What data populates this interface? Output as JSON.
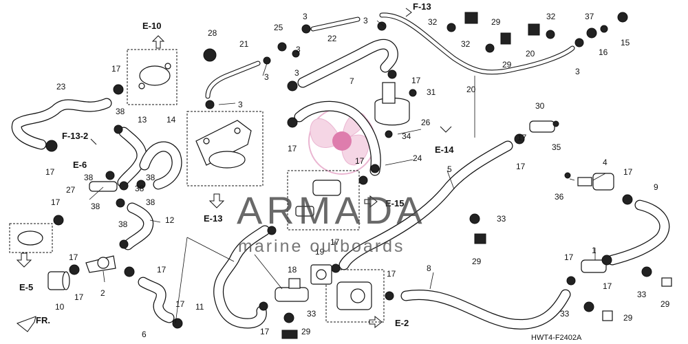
{
  "diagram": {
    "callouts": [
      {
        "id": "c28",
        "text": "28"
      },
      {
        "id": "c21",
        "text": "21"
      },
      {
        "id": "c25",
        "text": "25"
      },
      {
        "id": "c3a",
        "text": "3"
      },
      {
        "id": "c22",
        "text": "22"
      },
      {
        "id": "c3b",
        "text": "3"
      },
      {
        "id": "c3c",
        "text": "3"
      },
      {
        "id": "c3d",
        "text": "3"
      },
      {
        "id": "c3e",
        "text": "3"
      },
      {
        "id": "c3f",
        "text": "3"
      },
      {
        "id": "c7",
        "text": "7"
      },
      {
        "id": "c17a",
        "text": "17"
      },
      {
        "id": "c31",
        "text": "31"
      },
      {
        "id": "c32a",
        "text": "32"
      },
      {
        "id": "c29a",
        "text": "29"
      },
      {
        "id": "c32b",
        "text": "32"
      },
      {
        "id": "c29b",
        "text": "29"
      },
      {
        "id": "c20a",
        "text": "20"
      },
      {
        "id": "c32c",
        "text": "32"
      },
      {
        "id": "c37",
        "text": "37"
      },
      {
        "id": "c15",
        "text": "15"
      },
      {
        "id": "c16",
        "text": "16"
      },
      {
        "id": "c3g",
        "text": "3"
      },
      {
        "id": "c20b",
        "text": "20"
      },
      {
        "id": "c17b",
        "text": "17"
      },
      {
        "id": "c23",
        "text": "23"
      },
      {
        "id": "c38a",
        "text": "38"
      },
      {
        "id": "c13",
        "text": "13"
      },
      {
        "id": "c14",
        "text": "14"
      },
      {
        "id": "c17c",
        "text": "17"
      },
      {
        "id": "c38b",
        "text": "38"
      },
      {
        "id": "c27",
        "text": "27"
      },
      {
        "id": "c38c",
        "text": "38"
      },
      {
        "id": "c38d",
        "text": "38"
      },
      {
        "id": "c38e",
        "text": "38"
      },
      {
        "id": "c38f",
        "text": "38"
      },
      {
        "id": "c17d",
        "text": "17"
      },
      {
        "id": "c12",
        "text": "12"
      },
      {
        "id": "c38g",
        "text": "38"
      },
      {
        "id": "c17e",
        "text": "17"
      },
      {
        "id": "c10",
        "text": "10"
      },
      {
        "id": "c17f",
        "text": "17"
      },
      {
        "id": "c2",
        "text": "2"
      },
      {
        "id": "c17g",
        "text": "17"
      },
      {
        "id": "c6",
        "text": "6"
      },
      {
        "id": "c17h",
        "text": "17"
      },
      {
        "id": "c11",
        "text": "11"
      },
      {
        "id": "c17i",
        "text": "17"
      },
      {
        "id": "c26",
        "text": "26"
      },
      {
        "id": "c34",
        "text": "34"
      },
      {
        "id": "c17j",
        "text": "17"
      },
      {
        "id": "c24",
        "text": "24"
      },
      {
        "id": "c5",
        "text": "5"
      },
      {
        "id": "c17k",
        "text": "17"
      },
      {
        "id": "c30",
        "text": "30"
      },
      {
        "id": "c35",
        "text": "35"
      },
      {
        "id": "c17l",
        "text": "17"
      },
      {
        "id": "c4",
        "text": "4"
      },
      {
        "id": "c17m",
        "text": "17"
      },
      {
        "id": "c9",
        "text": "9"
      },
      {
        "id": "c36",
        "text": "36"
      },
      {
        "id": "c33a",
        "text": "33"
      },
      {
        "id": "c29c",
        "text": "29"
      },
      {
        "id": "c19",
        "text": "19"
      },
      {
        "id": "c17n",
        "text": "17"
      },
      {
        "id": "c18",
        "text": "18"
      },
      {
        "id": "c17o",
        "text": "17"
      },
      {
        "id": "c8",
        "text": "8"
      },
      {
        "id": "c1",
        "text": "1"
      },
      {
        "id": "c17p",
        "text": "17"
      },
      {
        "id": "c17q",
        "text": "17"
      },
      {
        "id": "c33b",
        "text": "33"
      },
      {
        "id": "c29d",
        "text": "29"
      },
      {
        "id": "c33c",
        "text": "33"
      },
      {
        "id": "c29e",
        "text": "29"
      },
      {
        "id": "c33d",
        "text": "33"
      },
      {
        "id": "c29f",
        "text": "29"
      },
      {
        "id": "c17r",
        "text": "17"
      }
    ],
    "references": [
      {
        "id": "rE10",
        "text": "E-10"
      },
      {
        "id": "rF13",
        "text": "F-13"
      },
      {
        "id": "rF132",
        "text": "F-13-2"
      },
      {
        "id": "rE6",
        "text": "E-6"
      },
      {
        "id": "rE13",
        "text": "E-13"
      },
      {
        "id": "rE14",
        "text": "E-14"
      },
      {
        "id": "rE15",
        "text": "E-15"
      },
      {
        "id": "rE5",
        "text": "E-5"
      },
      {
        "id": "rE2",
        "text": "E-2"
      },
      {
        "id": "rFR",
        "text": "FR."
      }
    ],
    "diagram_code": "HWT4-F2402A"
  },
  "watermark": {
    "title": "ARMADA",
    "subtitle": "marine outboards"
  }
}
